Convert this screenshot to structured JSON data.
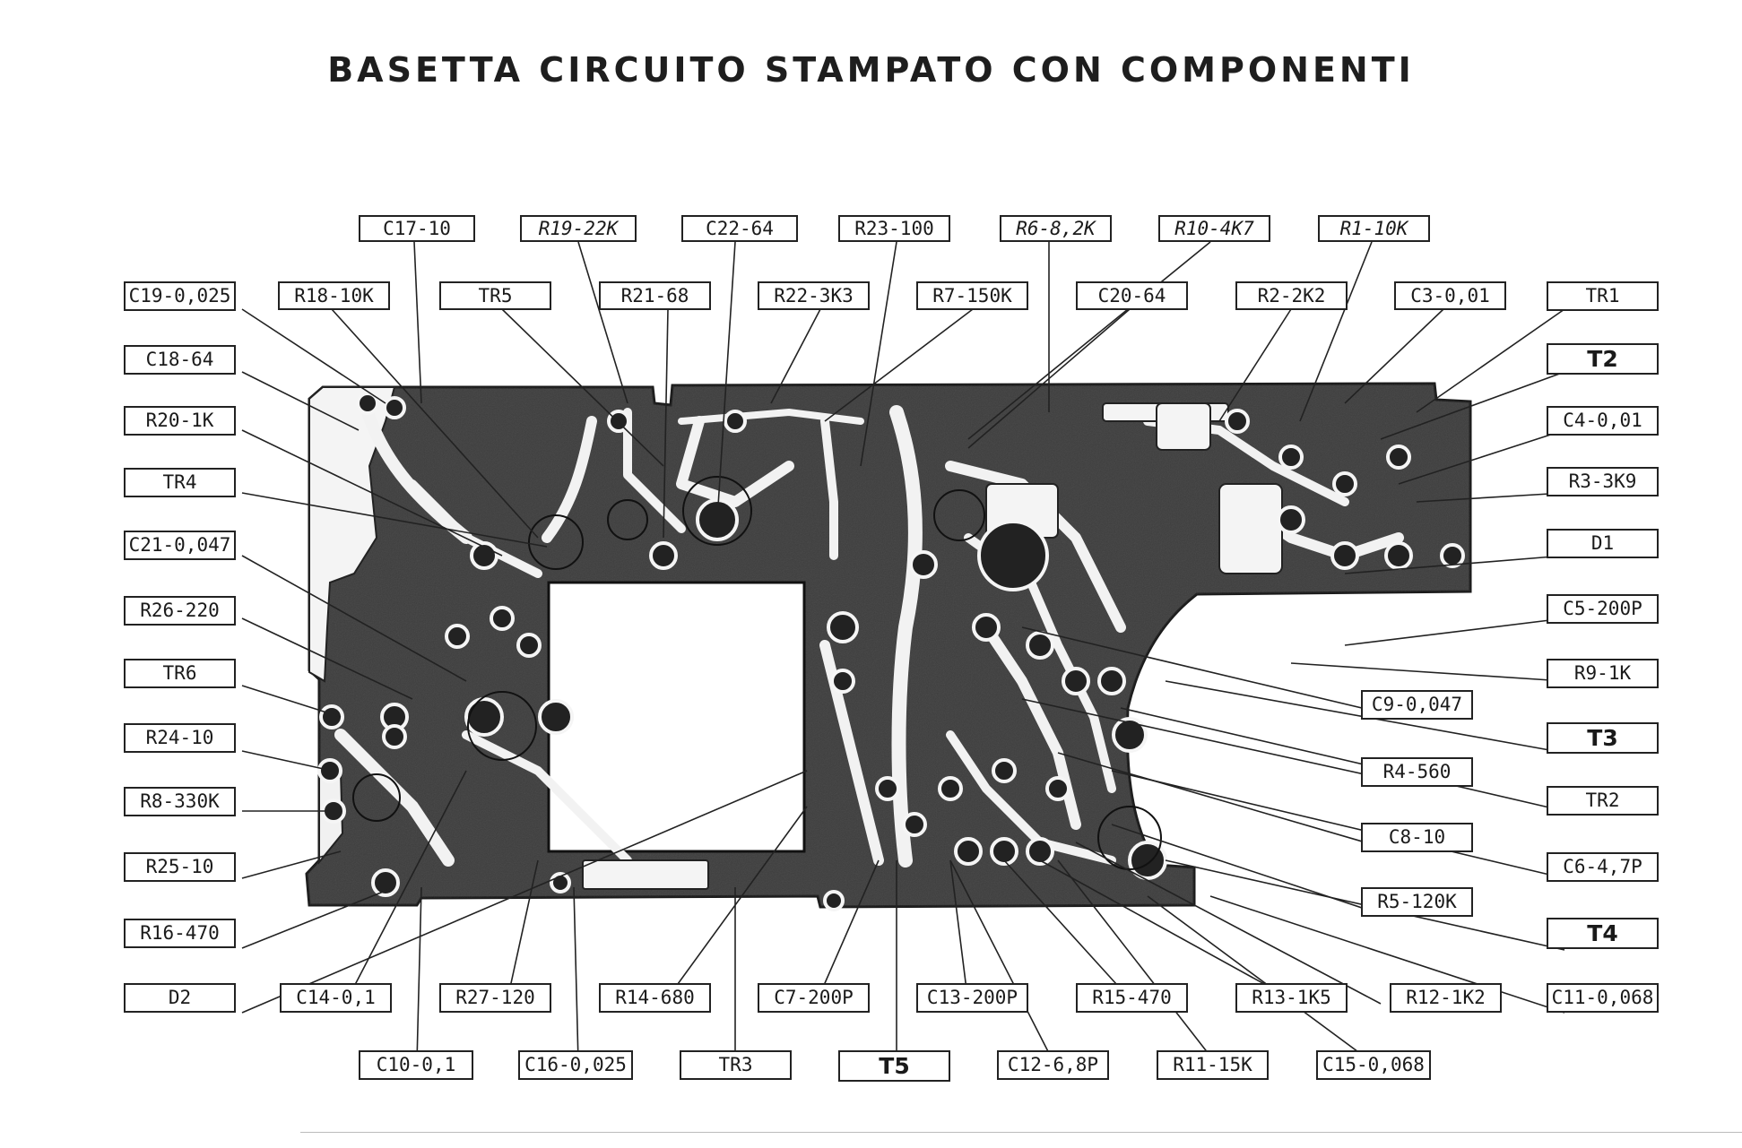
{
  "title": "BASETTA CIRCUITO STAMPATO CON COMPONENTI",
  "labels": {
    "top_row": [
      "C17-10",
      "R19-22K",
      "C22-64",
      "R23-100",
      "R6-8,2K",
      "R10-4K7",
      "R1-10K"
    ],
    "second_row": [
      "R18-10K",
      "TR5",
      "R21-68",
      "R22-3K3",
      "R7-150K",
      "C20-64",
      "R2-2K2",
      "C3-0,01"
    ],
    "left_column": [
      "C19-0,025",
      "C18-64",
      "R20-1K",
      "TR4",
      "C21-0,047",
      "R26-220",
      "TR6",
      "R24-10",
      "R8-330K",
      "R25-10",
      "R16-470",
      "D2"
    ],
    "right_column": [
      "TR1",
      "T2",
      "C4-0,01",
      "R3-3K9",
      "D1",
      "C5-200P",
      "R9-1K",
      "T3",
      "TR2",
      "C6-4,7P",
      "T4",
      "C11-0,068"
    ],
    "inner_right_column": [
      "C9-0,047",
      "R4-560",
      "C8-10",
      "R5-120K",
      "R12-1K2"
    ],
    "bottom_row": [
      "C14-0,1",
      "R27-120",
      "R14-680",
      "C7-200P",
      "C13-200P",
      "R15-470",
      "R13-1K5"
    ],
    "bottom_row_lower": [
      "C10-0,1",
      "C16-0,025",
      "TR3",
      "T5",
      "C12-6,8P",
      "R11-15K",
      "C15-0,068"
    ]
  },
  "colors": {
    "ink": "#1c1c1c",
    "board": "#404040",
    "paper": "#ffffff"
  }
}
